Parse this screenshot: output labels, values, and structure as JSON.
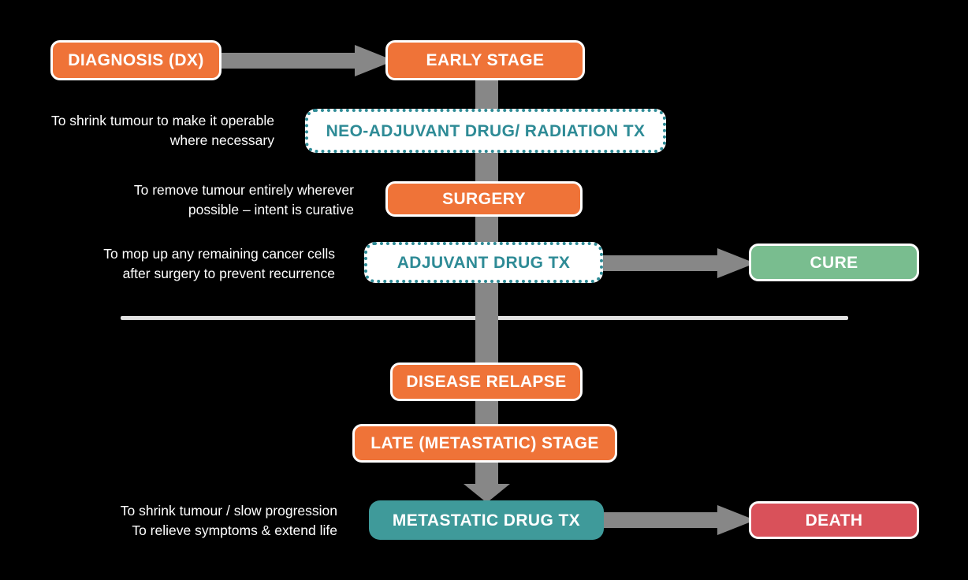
{
  "diagram": {
    "title": "Cancer treatment pathway flowchart",
    "background_color": "#000000",
    "colors": {
      "orange": "#ef7338",
      "teal": "#3f9a9a",
      "teal_dotted_border": "#2e8b96",
      "green": "#79bd8f",
      "red": "#d9515a",
      "arrow_gray": "#878787",
      "divider_white": "#e2e2e2",
      "text_white": "#ffffff"
    }
  },
  "nodes": {
    "diagnosis": {
      "label": "DIAGNOSIS (DX)",
      "style": "orange-solid"
    },
    "early_stage": {
      "label": "EARLY STAGE",
      "style": "orange-solid"
    },
    "neo_adjuvant": {
      "label": "NEO-ADJUVANT DRUG/ RADIATION TX",
      "style": "teal-dotted"
    },
    "surgery": {
      "label": "SURGERY",
      "style": "orange-solid"
    },
    "adjuvant": {
      "label": "ADJUVANT DRUG TX",
      "style": "teal-dotted"
    },
    "cure": {
      "label": "CURE",
      "style": "green-solid"
    },
    "disease_relapse": {
      "label": "DISEASE RELAPSE",
      "style": "orange-solid"
    },
    "late_stage": {
      "label": "LATE (METASTATIC) STAGE",
      "style": "orange-solid"
    },
    "metastatic_drug": {
      "label": "METASTATIC DRUG TX",
      "style": "teal-fill"
    },
    "death": {
      "label": "DEATH",
      "style": "red-solid"
    }
  },
  "notes": {
    "neo_adjuvant": {
      "line1": "To shrink tumour to make it operable",
      "line2": "where necessary"
    },
    "surgery": {
      "line1": "To remove tumour entirely wherever",
      "line2": "possible – intent is curative"
    },
    "adjuvant": {
      "line1": "To mop up any remaining cancer cells",
      "line2": "after surgery to prevent recurrence"
    },
    "metastatic": {
      "line1": "To shrink tumour / slow progression",
      "line2": "To relieve symptoms & extend life"
    }
  }
}
